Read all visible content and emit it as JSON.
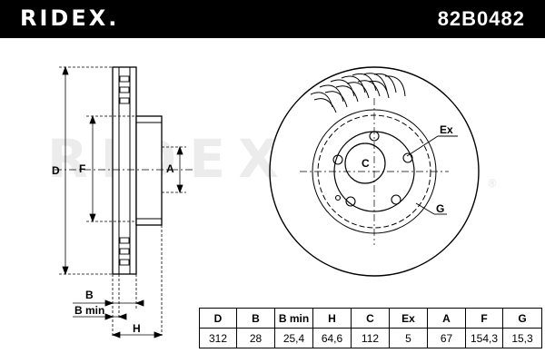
{
  "header": {
    "brand": "RIDEX.",
    "part_number": "82B0482"
  },
  "diagram": {
    "side_labels": {
      "D": "D",
      "F": "F",
      "A": "A",
      "B": "B",
      "B_min": "B min",
      "H": "H"
    },
    "front_labels": {
      "C": "C",
      "Ex": "Ex",
      "G": "G"
    },
    "watermark": "RIDEX",
    "registered_mark": "®"
  },
  "spec_table": {
    "headers": [
      "D",
      "B",
      "B min",
      "H",
      "C",
      "Ex",
      "A",
      "F",
      "G"
    ],
    "values": [
      "312",
      "28",
      "25,4",
      "64,6",
      "112",
      "5",
      "67",
      "154,3",
      "15,3"
    ]
  }
}
